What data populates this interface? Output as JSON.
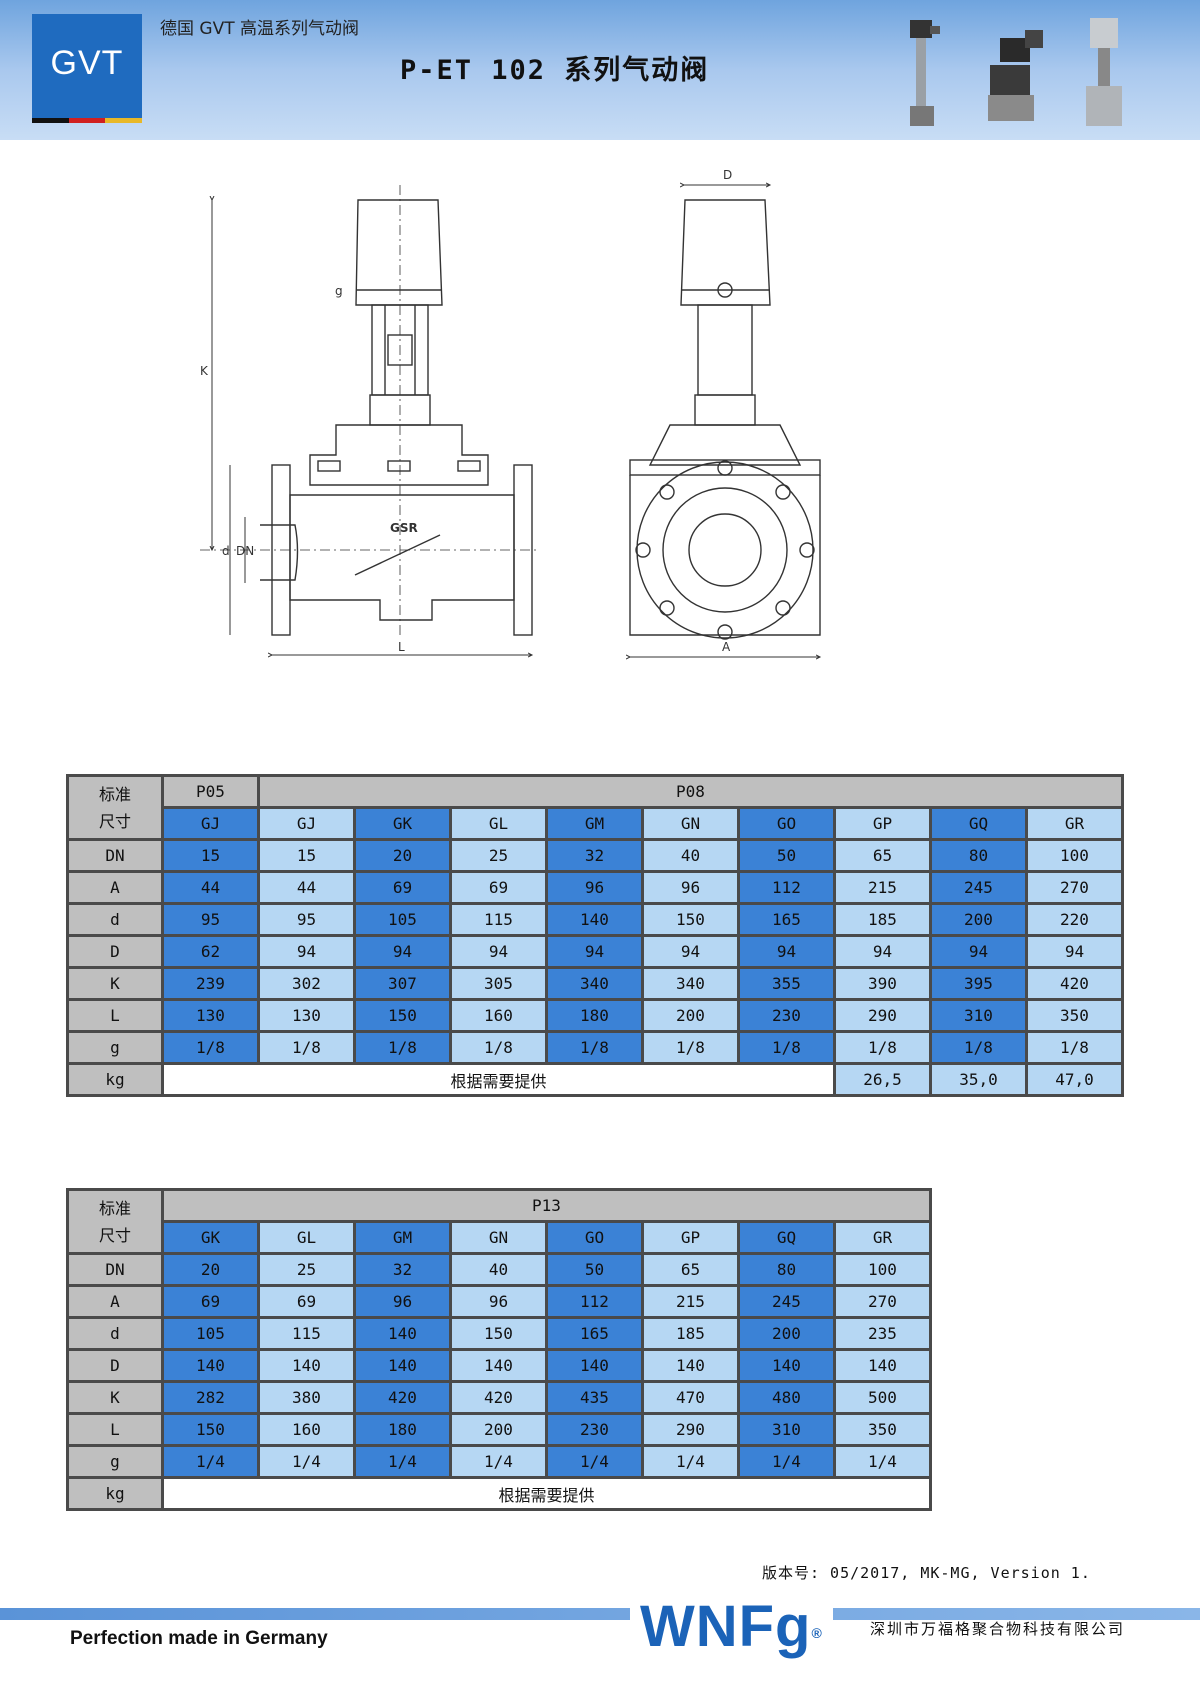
{
  "header": {
    "logo": "GVT",
    "company_line": "德国 GVT 高温系列气动阀",
    "title": "P-ET 102 系列气动阀"
  },
  "drawing": {
    "labels": {
      "D": "D",
      "K": "K",
      "g": "g",
      "d": "d",
      "DN": "DN",
      "L": "L",
      "A": "A",
      "body_mark": "GSR"
    }
  },
  "table1": {
    "label_top": "标准",
    "label_bottom": "尺寸",
    "group_a": "P05",
    "group_b": "P08",
    "columns": [
      "GJ",
      "GJ",
      "GK",
      "GL",
      "GM",
      "GN",
      "GO",
      "GP",
      "GQ",
      "GR"
    ],
    "rows": [
      {
        "label": "DN",
        "values": [
          "15",
          "15",
          "20",
          "25",
          "32",
          "40",
          "50",
          "65",
          "80",
          "100"
        ]
      },
      {
        "label": "A",
        "values": [
          "44",
          "44",
          "69",
          "69",
          "96",
          "96",
          "112",
          "215",
          "245",
          "270"
        ]
      },
      {
        "label": "d",
        "values": [
          "95",
          "95",
          "105",
          "115",
          "140",
          "150",
          "165",
          "185",
          "200",
          "220"
        ]
      },
      {
        "label": "D",
        "values": [
          "62",
          "94",
          "94",
          "94",
          "94",
          "94",
          "94",
          "94",
          "94",
          "94"
        ]
      },
      {
        "label": "K",
        "values": [
          "239",
          "302",
          "307",
          "305",
          "340",
          "340",
          "355",
          "390",
          "395",
          "420"
        ]
      },
      {
        "label": "L",
        "values": [
          "130",
          "130",
          "150",
          "160",
          "180",
          "200",
          "230",
          "290",
          "310",
          "350"
        ]
      },
      {
        "label": "g",
        "values": [
          "1/8",
          "1/8",
          "1/8",
          "1/8",
          "1/8",
          "1/8",
          "1/8",
          "1/8",
          "1/8",
          "1/8"
        ]
      }
    ],
    "kg": {
      "label": "kg",
      "note": "根据需要提供",
      "values": [
        "26,5",
        "35,0",
        "47,0"
      ]
    }
  },
  "table2": {
    "label_top": "标准",
    "label_bottom": "尺寸",
    "group": "P13",
    "columns": [
      "GK",
      "GL",
      "GM",
      "GN",
      "GO",
      "GP",
      "GQ",
      "GR"
    ],
    "rows": [
      {
        "label": "DN",
        "values": [
          "20",
          "25",
          "32",
          "40",
          "50",
          "65",
          "80",
          "100"
        ]
      },
      {
        "label": "A",
        "values": [
          "69",
          "69",
          "96",
          "96",
          "112",
          "215",
          "245",
          "270"
        ]
      },
      {
        "label": "d",
        "values": [
          "105",
          "115",
          "140",
          "150",
          "165",
          "185",
          "200",
          "235"
        ]
      },
      {
        "label": "D",
        "values": [
          "140",
          "140",
          "140",
          "140",
          "140",
          "140",
          "140",
          "140"
        ]
      },
      {
        "label": "K",
        "values": [
          "282",
          "380",
          "420",
          "420",
          "435",
          "470",
          "480",
          "500"
        ]
      },
      {
        "label": "L",
        "values": [
          "150",
          "160",
          "180",
          "200",
          "230",
          "290",
          "310",
          "350"
        ]
      },
      {
        "label": "g",
        "values": [
          "1/4",
          "1/4",
          "1/4",
          "1/4",
          "1/4",
          "1/4",
          "1/4",
          "1/4"
        ]
      }
    ],
    "kg": {
      "label": "kg",
      "note": "根据需要提供"
    }
  },
  "footer": {
    "version": "版本号: 05/2017, MK-MG, Version 1.",
    "slogan": "Perfection made in Germany",
    "brand": "WNFg",
    "company": "深圳市万福格聚合物科技有限公司"
  },
  "colors": {
    "header_blue": "#6fa4de",
    "logo_blue": "#1f6bbf",
    "cell_dark_blue": "#3b82d6",
    "cell_light_blue": "#b6d7f3",
    "header_gray": "#bfbfbf",
    "brand_blue": "#1b63b8",
    "flag": [
      "#111111",
      "#d02020",
      "#e8b828"
    ]
  }
}
